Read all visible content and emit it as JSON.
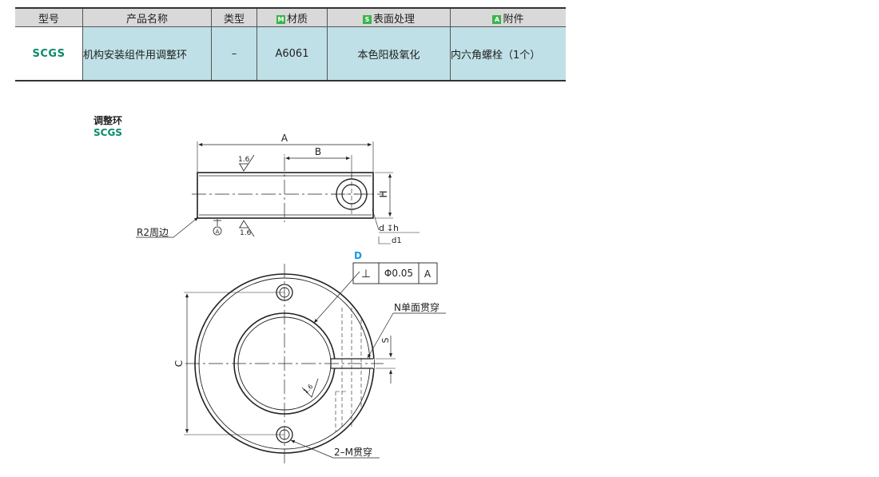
{
  "table": {
    "headers": [
      "型号",
      "产品名称",
      "类型",
      "材质",
      "表面处理",
      "附件"
    ],
    "header_tags": {
      "material": "M",
      "surface": "S",
      "accessory": "A"
    },
    "row": {
      "code": "SCGS",
      "name": "机构安装组件用调整环",
      "type": "–",
      "material": "A6061",
      "surface": "本色阳极氧化",
      "accessory": "内六角螺栓（1个）"
    }
  },
  "drawing": {
    "title": "调整环",
    "code": "SCGS",
    "dim_A": "A",
    "dim_B": "B",
    "dim_H": "H",
    "dim_C": "C",
    "dim_S": "S",
    "roughness_top": "1.6",
    "roughness_bottom": "1.6",
    "roughness_face": "1.6",
    "edge_note": "R2周边",
    "datum_label": "A",
    "hole_note_d": "d",
    "hole_note_h": "h",
    "hole_note_d1": "d1",
    "callout_D": "D",
    "tolerance_symbol": "⊥",
    "tolerance_value": "Φ0.05",
    "tolerance_datum": "A",
    "slit_note": "N单面贯穿",
    "hole_note_M": "2–M贯穿"
  },
  "colors": {
    "header_bg": "#d9d9d9",
    "row_bg": "#bfe0e6",
    "code_green": "#0a8a6a",
    "tag_green": "#39b54a",
    "callout_blue": "#1a9ad6"
  }
}
